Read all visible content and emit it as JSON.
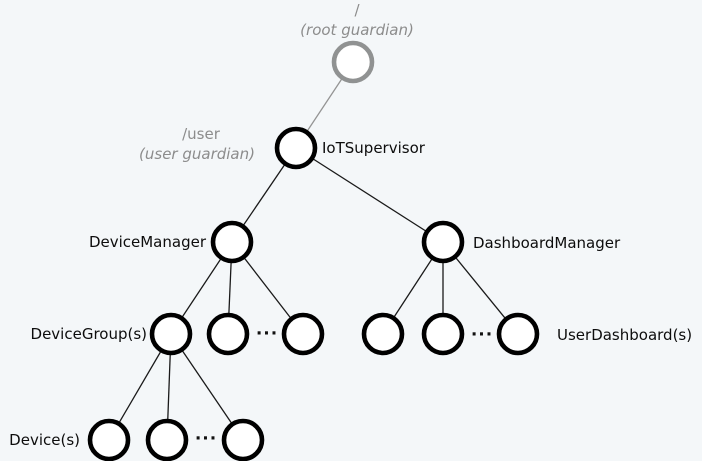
{
  "diagram": {
    "background": "#f4f7f9",
    "colors": {
      "node_stroke": "#000000",
      "node_fill": "#ffffff",
      "edge": "#1a1a1a",
      "guardian_stroke": "#909292",
      "guardian_edge": "#949494",
      "guardian_text": "#8c8c8c",
      "label_text": "#0d0d0d"
    },
    "ellipsis": "···",
    "nodes": {
      "root": {
        "path": "/",
        "role": "(root guardian)"
      },
      "user": {
        "path": "/user",
        "role": "(user guardian)"
      },
      "iot_supervisor": "IoTSupervisor",
      "device_manager": "DeviceManager",
      "dashboard_manager": "DashboardManager",
      "device_groups": "DeviceGroup(s)",
      "user_dashboards": "UserDashboard(s)",
      "devices": "Device(s)"
    }
  }
}
